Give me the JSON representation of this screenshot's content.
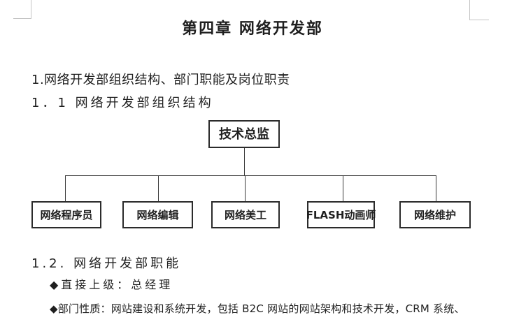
{
  "document": {
    "title": "第四章 网络开发部",
    "headings": {
      "section_1": "1.网络开发部组织结构、部门职能及岗位职责",
      "section_1_1": "1．1 网络开发部组织结构",
      "section_1_2": "1.2. 网络开发部职能"
    },
    "bullets": [
      "◆直接上级：总经理",
      "◆部门性质：网站建设和系统开发，包括 B2C 网站的网站架构和技术开发，CRM 系统、"
    ]
  },
  "org_chart": {
    "root": "技术总监",
    "children": [
      "网络程序员",
      "网络编辑",
      "网络美工",
      "FLASH动画师",
      "网络维护"
    ]
  },
  "colors": {
    "text": "#1f1f1f",
    "box_border": "#2b2b2b",
    "connector_line": "#3a3a3a",
    "margin_mark": "#c4c4c4",
    "background": "#ffffff"
  }
}
